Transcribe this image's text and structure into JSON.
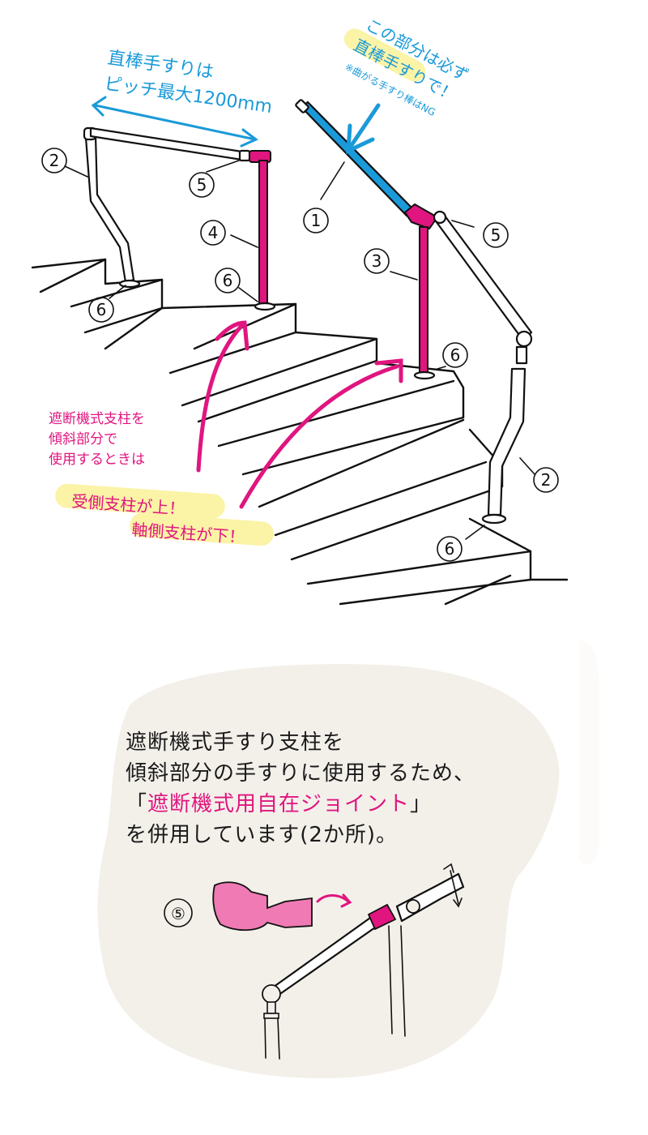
{
  "diagram": {
    "title": "Handrail installation on staircase",
    "colors": {
      "accent_blue": "#1a9ad9",
      "accent_pink": "#e0157f",
      "highlight_yellow": "#fbf3a6",
      "note_background": "#f3f0ea",
      "ink": "#111111"
    },
    "top_left_note": {
      "line1": "直棒手すりは",
      "line2": "ピッチ最大1200mm"
    },
    "top_right_note": {
      "line1": "この部分は必ず",
      "line2": "直棒手すりで！",
      "sub": "※曲がる手すり棒はNG"
    },
    "side_note": {
      "line1": "遮断機式支柱を",
      "line2": "傾斜部分で",
      "line3": "使用するときは",
      "emph1": "受側支柱が上！",
      "emph2": "軸側支柱が下！"
    },
    "callouts": [
      {
        "id": "1",
        "label": "①",
        "part": "straight handrail (blue)"
      },
      {
        "id": "2a",
        "label": "②",
        "part": "bent post left"
      },
      {
        "id": "2b",
        "label": "②",
        "part": "bent post right"
      },
      {
        "id": "3",
        "label": "③",
        "part": "breaker-style post (axis side)"
      },
      {
        "id": "4",
        "label": "④",
        "part": "breaker-style post (receiver side)"
      },
      {
        "id": "5a",
        "label": "⑤",
        "part": "free joint left"
      },
      {
        "id": "5b",
        "label": "⑤",
        "part": "free joint right"
      },
      {
        "id": "6a",
        "label": "⑥",
        "part": "base flange"
      },
      {
        "id": "6b",
        "label": "⑥",
        "part": "base flange"
      },
      {
        "id": "6c",
        "label": "⑥",
        "part": "base flange"
      },
      {
        "id": "6d",
        "label": "⑥",
        "part": "base flange"
      }
    ]
  },
  "explanation": {
    "line1": "遮断機式手すり支柱を",
    "line2": "傾斜部分の手すりに使用するため、",
    "line3_open": "「",
    "line3_pink": "遮断機式用自在ジョイント",
    "line3_close": "」",
    "line4": "を併用しています(2か所)。",
    "detail_label": "⑤"
  }
}
